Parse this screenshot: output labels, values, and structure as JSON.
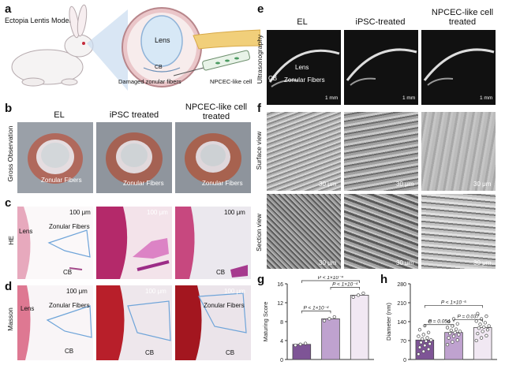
{
  "panels": {
    "a": {
      "letter": "a",
      "model_label": "Ectopia Lentis Model",
      "lens": "Lens",
      "cb": "CB",
      "damaged": "Damaged zonular fibers",
      "npcec": "NPCEC-like cell"
    },
    "b": {
      "letter": "b",
      "side_label": "Gross Observation",
      "col_el": "EL",
      "col_ipsc": "iPSC treated",
      "col_npcec": "NPCEC-like cell treated",
      "zf1": "Zonular Fibers",
      "zf2": "Zonular Fibers",
      "zf3": "Zonular Fibers"
    },
    "c": {
      "letter": "c",
      "side_label": "HE",
      "lens": "Lens",
      "zf": "Zonular Fibers",
      "cb1": "CB",
      "cb2": "CB",
      "scale1": "100 μm",
      "scale2": "100 μm",
      "scale3": "100 μm"
    },
    "d": {
      "letter": "d",
      "side_label": "Masson",
      "lens": "Lens",
      "zf1": "Zonular Fibers",
      "zf2": "Zonular Fibers",
      "cb1": "CB",
      "cb2": "CB",
      "cb3": "CB",
      "scale1": "100 μm",
      "scale2": "100 μm",
      "scale3": "100 μm"
    },
    "e": {
      "letter": "e",
      "side_label": "Ultrasonography",
      "col_el": "EL",
      "col_ipsc": "iPSC-treated",
      "col_npcec": "NPCEC-like cell treated",
      "lens": "Lens",
      "cb": "CB",
      "zf": "Zonular Fibers",
      "scale": "1 mm"
    },
    "f": {
      "letter": "f",
      "surface_label": "Surface view",
      "section_label": "Section view",
      "scale": "30 μm"
    },
    "g": {
      "letter": "g"
    },
    "h": {
      "letter": "h"
    }
  },
  "colors": {
    "bar1": "#7e5496",
    "bar2": "#bfa2cf",
    "bar3": "#f1e8f3",
    "dot": "#ffffff",
    "outline": "#4a4a4a"
  },
  "chart_data": [
    {
      "type": "bar",
      "ylabel": "Maturing Score",
      "ylim": [
        0,
        16
      ],
      "yticks": [
        0,
        4,
        8,
        12,
        16
      ],
      "categories": [
        "",
        "",
        ""
      ],
      "values": [
        3.2,
        8.6,
        13.6
      ],
      "points": [
        [
          3.0,
          3.2,
          3.4
        ],
        [
          8.2,
          8.6,
          9.0
        ],
        [
          13.2,
          13.6,
          14.0
        ]
      ],
      "annotations": [
        {
          "text": "P < 1×10⁻⁴",
          "from": 0,
          "to": 1
        },
        {
          "text": "P < 1×10⁻⁴",
          "from": 1,
          "to": 2
        },
        {
          "text": "P < 1×10⁻⁴",
          "from": 0,
          "to": 2
        }
      ]
    },
    {
      "type": "bar",
      "ylabel": "Diameter (nm)",
      "ylim": [
        0,
        280
      ],
      "yticks": [
        0,
        70,
        140,
        210,
        280
      ],
      "categories": [
        "",
        "",
        ""
      ],
      "values": [
        72,
        100,
        118
      ],
      "points": [
        [
          20,
          30,
          38,
          45,
          52,
          58,
          63,
          68,
          72,
          76,
          80,
          86,
          92,
          100,
          110,
          125,
          140
        ],
        [
          55,
          65,
          72,
          80,
          86,
          92,
          96,
          100,
          104,
          108,
          112,
          118,
          124,
          132,
          140,
          150
        ],
        [
          70,
          80,
          88,
          96,
          104,
          110,
          116,
          120,
          124,
          130,
          136,
          142,
          150,
          160,
          170
        ]
      ],
      "annotations": [
        {
          "text": "P = 0.054",
          "from": 0,
          "to": 1
        },
        {
          "text": "P = 0.037",
          "from": 1,
          "to": 2
        },
        {
          "text": "P < 1×10⁻⁵",
          "from": 0,
          "to": 2
        }
      ]
    }
  ]
}
